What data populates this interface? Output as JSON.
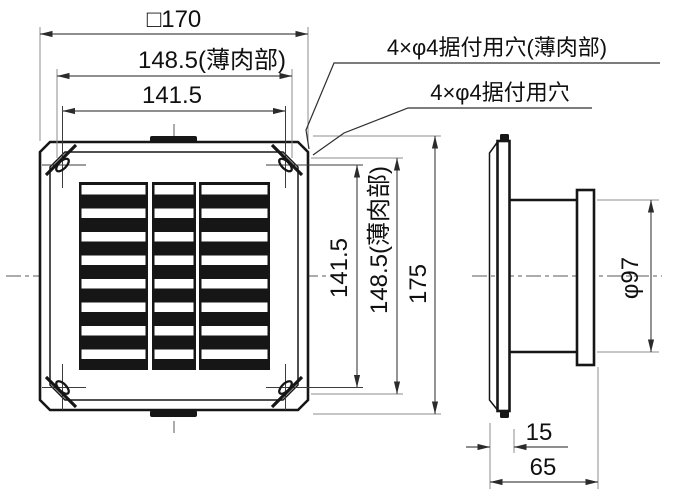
{
  "drawing": {
    "front_view": {
      "dim_width_overall": "□170",
      "dim_width_thin_wall": "148.5(薄肉部)",
      "dim_width_hole_pitch": "141.5",
      "dim_height_hole_pitch": "141.5",
      "dim_height_thin_wall": "148.5(薄肉部)",
      "dim_height_overall": "175",
      "label_mounting_holes_thin_wall": "4×φ4据付用穴(薄肉部)",
      "label_mounting_holes": "4×φ4据付用穴"
    },
    "side_view": {
      "dim_duct_diameter": "φ97",
      "dim_flange_depth": "15",
      "dim_overall_depth": "65"
    }
  }
}
